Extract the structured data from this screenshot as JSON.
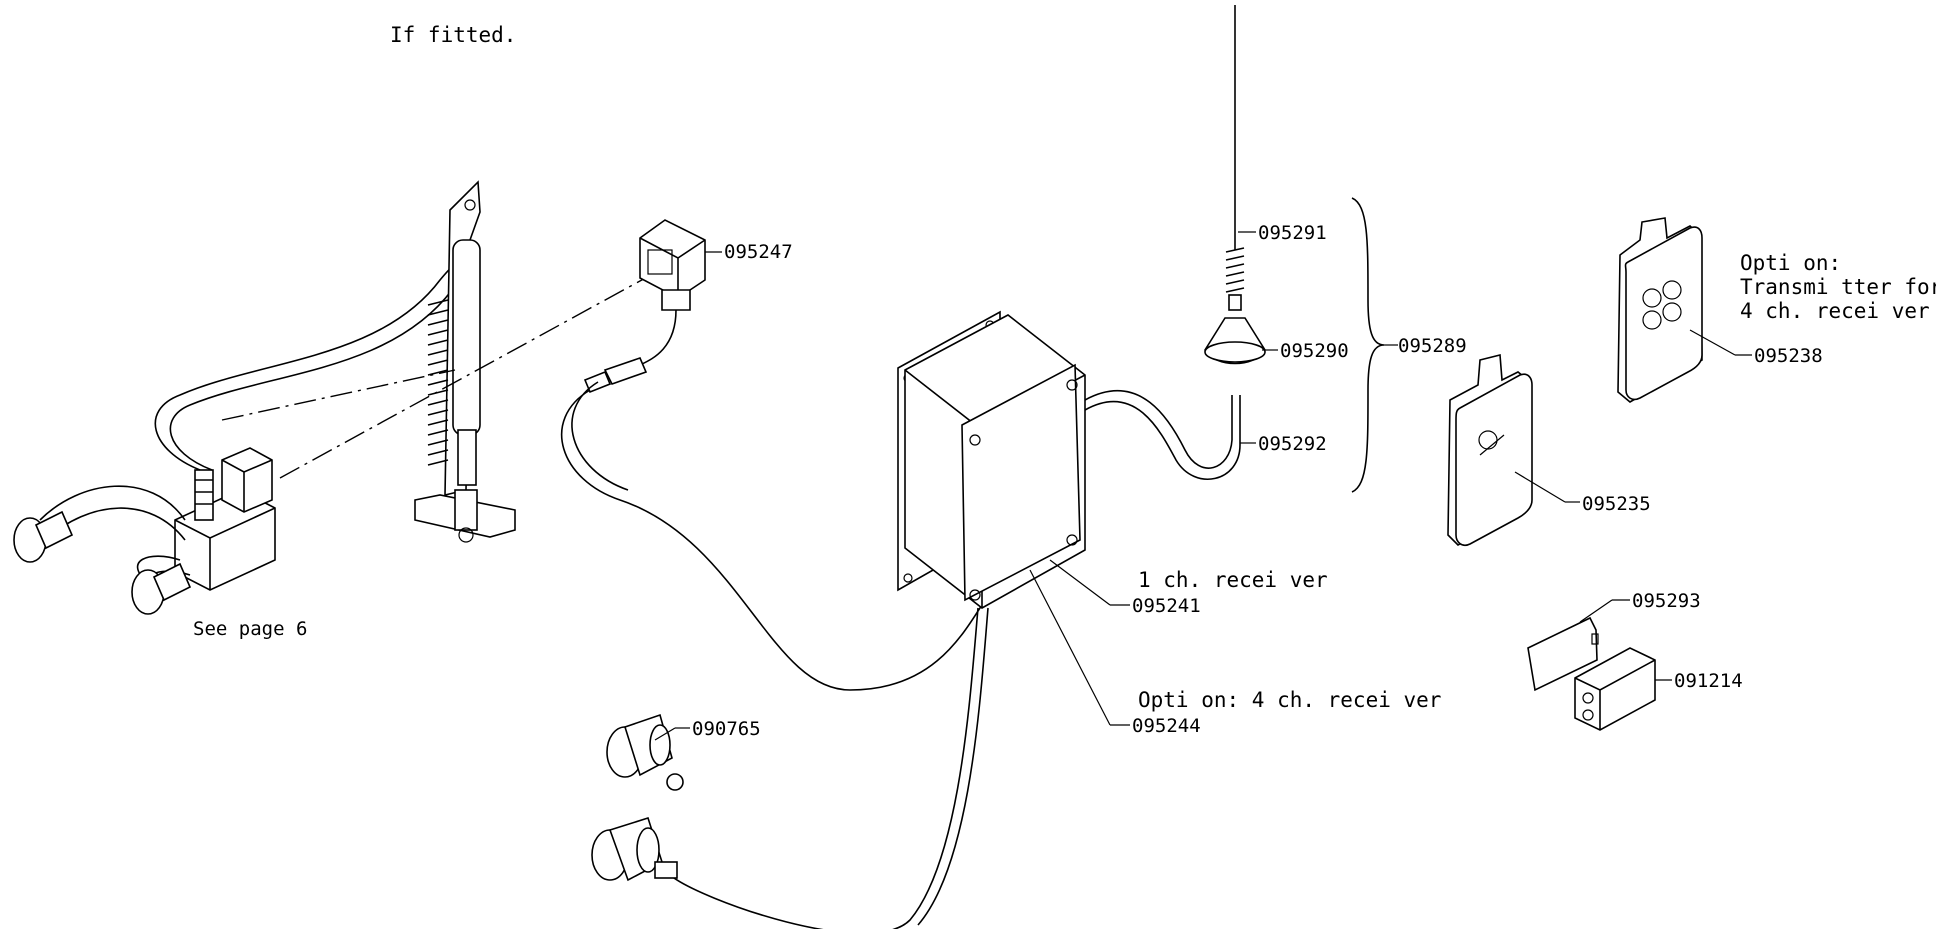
{
  "header": {
    "cut_text": "If fitted."
  },
  "notes": {
    "see_page": "See page 6",
    "option_transmitter": [
      "Opti on:",
      "Transmi tter for",
      "4 ch. recei ver"
    ],
    "receiver_1ch": "1 ch. recei ver",
    "receiver_4ch": "Opti on: 4 ch. recei ver"
  },
  "parts": {
    "p095247": "095247",
    "p095291": "095291",
    "p095290": "095290",
    "p095292": "095292",
    "p095289": "095289",
    "p095238": "095238",
    "p095235": "095235",
    "p095241": "095241",
    "p095244": "095244",
    "p095293": "095293",
    "p091214": "091214",
    "p090765": "090765"
  }
}
